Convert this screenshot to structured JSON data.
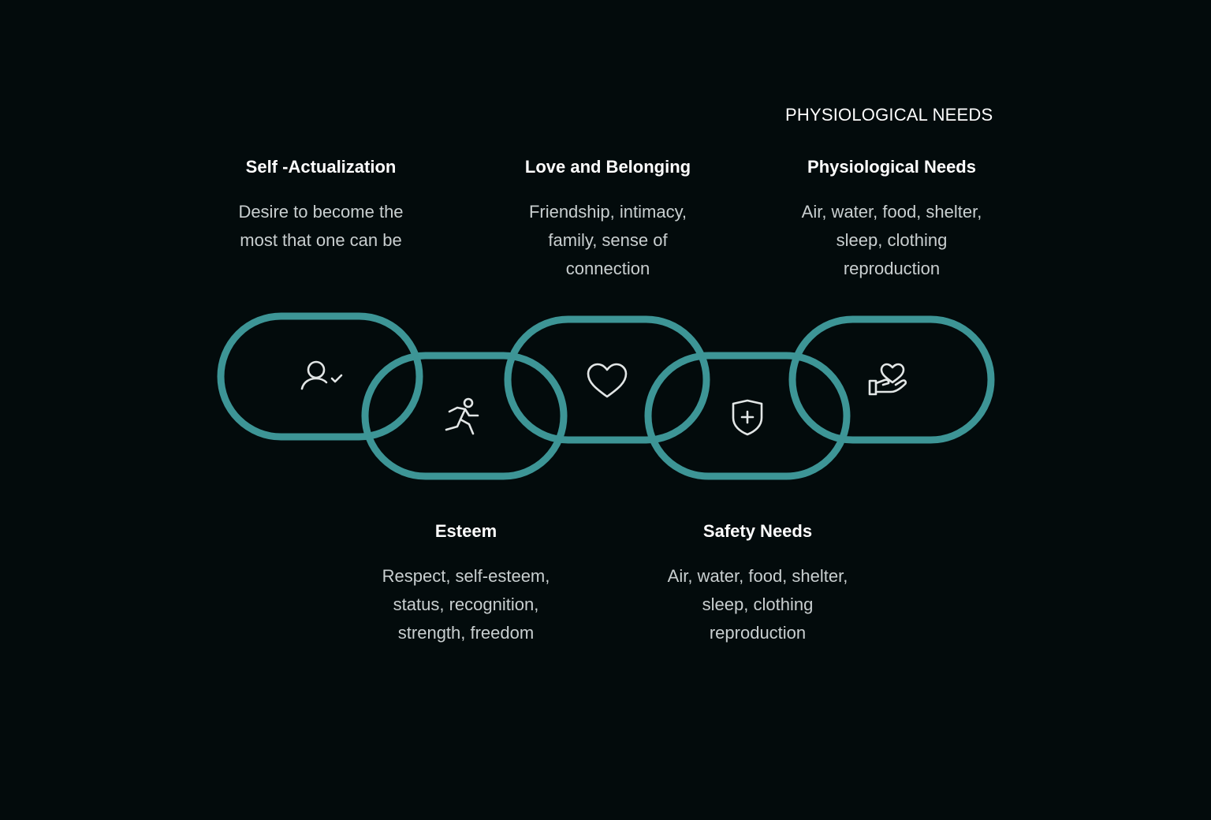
{
  "header_label": "PHYSIOLOGICAL NEEDS",
  "colors": {
    "background": "#030b0c",
    "ring": "#3d9596",
    "title": "#ffffff",
    "text": "#c9cfd0",
    "icon": "#e2e6e6"
  },
  "steps": [
    {
      "title": "Self -Actualization",
      "lines": [
        "Desire to become the",
        "most that one can be"
      ],
      "icon": "user-check-icon"
    },
    {
      "title": "Esteem",
      "lines": [
        "Respect, self-esteem,",
        "status, recognition,",
        "strength, freedom"
      ],
      "icon": "running-person-icon"
    },
    {
      "title": "Love and Belonging",
      "lines": [
        "Friendship, intimacy,",
        "family, sense of",
        "connection"
      ],
      "icon": "heart-icon"
    },
    {
      "title": "Safety Needs",
      "lines": [
        "Air, water, food, shelter,",
        "sleep, clothing",
        "reproduction"
      ],
      "icon": "shield-plus-icon"
    },
    {
      "title": "Physiological Needs",
      "lines": [
        "Air, water, food, shelter,",
        "sleep, clothing",
        "reproduction"
      ],
      "icon": "hand-heart-icon"
    }
  ]
}
